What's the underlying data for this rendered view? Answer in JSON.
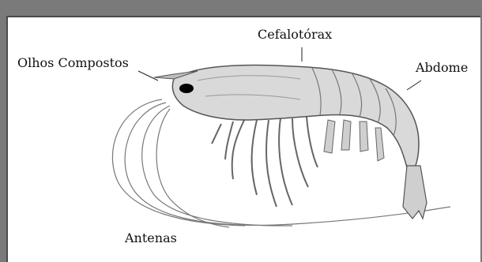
{
  "diagram": {
    "labels": {
      "cephalothorax": "Cefalotórax",
      "compound_eyes": "Olhos Compostos",
      "abdomen": "Abdome",
      "antennae": "Antenas"
    },
    "colors": {
      "frame": "#7a7a7a",
      "body_fill": "#d9d9d9",
      "body_stroke": "#555555",
      "eye": "#000000"
    }
  }
}
